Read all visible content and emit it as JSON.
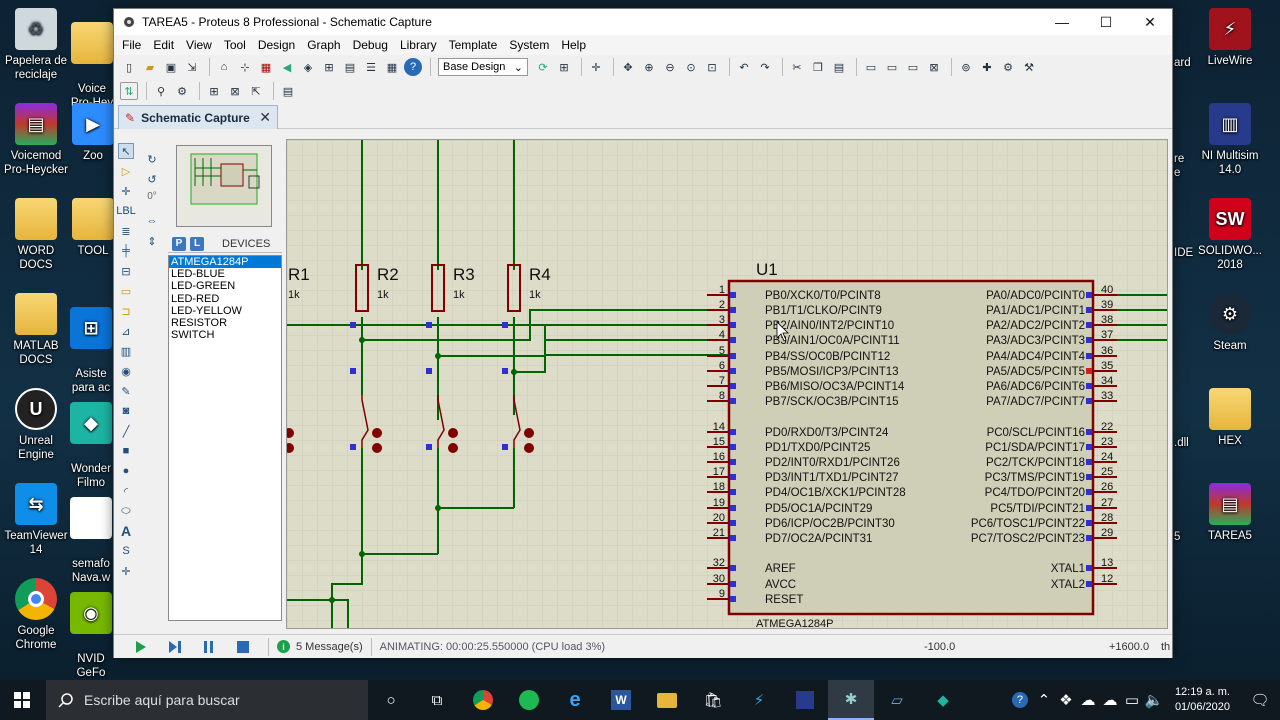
{
  "desktop": {
    "left_icons": [
      {
        "label": "Papelera de reciclaje",
        "icon": "recycle-bin-icon"
      },
      {
        "label": "Voicemod Pro-Heycker",
        "icon": "winrar-icon"
      },
      {
        "label": "WORD DOCS",
        "icon": "folder-icon"
      },
      {
        "label": "MATLAB DOCS",
        "icon": "folder-icon"
      },
      {
        "label": "Unreal Engine",
        "icon": "unreal-icon"
      },
      {
        "label": "TeamViewer 14",
        "icon": "teamviewer-icon"
      },
      {
        "label": "Google Chrome",
        "icon": "chrome-icon"
      }
    ],
    "second_col_icons": [
      {
        "label": "Voice\nPro-Hey"
      },
      {
        "label": "Zoo"
      },
      {
        "label": "TOOL"
      },
      {
        "label": "Asiste\npara ac"
      },
      {
        "label": "Wonder\nFilmo"
      },
      {
        "label": "semafo\nNava.w"
      },
      {
        "label": "NVID\nGeFo"
      }
    ],
    "right_icons": [
      {
        "label": "LiveWire"
      },
      {
        "label": "NI Multisim 14.0"
      },
      {
        "label": "SOLIDWO... 2018"
      },
      {
        "label": "Steam"
      },
      {
        "label": "HEX"
      },
      {
        "label": "TAREA5"
      }
    ],
    "right_partial": [
      "ard",
      "re\ne",
      "IDE",
      ".dll",
      "5"
    ]
  },
  "window": {
    "title": "TAREA5 - Proteus 8 Professional - Schematic Capture",
    "menu": [
      "File",
      "Edit",
      "View",
      "Tool",
      "Design",
      "Graph",
      "Debug",
      "Library",
      "Template",
      "System",
      "Help"
    ],
    "design_select": "Base Design",
    "tab_label": "Schematic Capture",
    "rotation": "0°",
    "devices_header": "DEVICES",
    "devices": [
      "ATMEGA1284P",
      "LED-BLUE",
      "LED-GREEN",
      "LED-RED",
      "LED-YELLOW",
      "RESISTOR",
      "SWITCH"
    ],
    "selected_device": "ATMEGA1284P",
    "status": {
      "messages": "5 Message(s)",
      "animating": "ANIMATING: 00:00:25.550000 (CPU load 3%)",
      "coord_x": "-100.0",
      "coord_y": "+1600.0",
      "units": "th"
    }
  },
  "schematic": {
    "chip": {
      "ref": "U1",
      "part": "ATMEGA1284P",
      "left_pins": [
        {
          "num": "1",
          "name": "PB0/XCK0/T0/PCINT8"
        },
        {
          "num": "2",
          "name": "PB1/T1/CLKO/PCINT9"
        },
        {
          "num": "3",
          "name": "PB2/AIN0/INT2/PCINT10"
        },
        {
          "num": "4",
          "name": "PB3/AIN1/OC0A/PCINT11"
        },
        {
          "num": "5",
          "name": "PB4/SS/OC0B/PCINT12"
        },
        {
          "num": "6",
          "name": "PB5/MOSI/ICP3/PCINT13"
        },
        {
          "num": "7",
          "name": "PB6/MISO/OC3A/PCINT14"
        },
        {
          "num": "8",
          "name": "PB7/SCK/OC3B/PCINT15"
        },
        {
          "num": "14",
          "name": "PD0/RXD0/T3/PCINT24"
        },
        {
          "num": "15",
          "name": "PD1/TXD0/PCINT25"
        },
        {
          "num": "16",
          "name": "PD2/INT0/RXD1/PCINT26"
        },
        {
          "num": "17",
          "name": "PD3/INT1/TXD1/PCINT27"
        },
        {
          "num": "18",
          "name": "PD4/OC1B/XCK1/PCINT28"
        },
        {
          "num": "19",
          "name": "PD5/OC1A/PCINT29"
        },
        {
          "num": "20",
          "name": "PD6/ICP/OC2B/PCINT30"
        },
        {
          "num": "21",
          "name": "PD7/OC2A/PCINT31"
        },
        {
          "num": "32",
          "name": "AREF"
        },
        {
          "num": "30",
          "name": "AVCC"
        },
        {
          "num": "9",
          "name": "RESET"
        }
      ],
      "right_pins": [
        {
          "num": "40",
          "name": "PA0/ADC0/PCINT0"
        },
        {
          "num": "39",
          "name": "PA1/ADC1/PCINT1"
        },
        {
          "num": "38",
          "name": "PA2/ADC2/PCINT2"
        },
        {
          "num": "37",
          "name": "PA3/ADC3/PCINT3"
        },
        {
          "num": "36",
          "name": "PA4/ADC4/PCINT4"
        },
        {
          "num": "35",
          "name": "PA5/ADC5/PCINT5"
        },
        {
          "num": "34",
          "name": "PA6/ADC6/PCINT6"
        },
        {
          "num": "33",
          "name": "PA7/ADC7/PCINT7"
        },
        {
          "num": "22",
          "name": "PC0/SCL/PCINT16"
        },
        {
          "num": "23",
          "name": "PC1/SDA/PCINT17"
        },
        {
          "num": "24",
          "name": "PC2/TCK/PCINT18"
        },
        {
          "num": "25",
          "name": "PC3/TMS/PCINT19"
        },
        {
          "num": "26",
          "name": "PC4/TDO/PCINT20"
        },
        {
          "num": "27",
          "name": "PC5/TDI/PCINT21"
        },
        {
          "num": "28",
          "name": "PC6/TOSC1/PCINT22"
        },
        {
          "num": "29",
          "name": "PC7/TOSC2/PCINT23"
        },
        {
          "num": "13",
          "name": "XTAL1"
        },
        {
          "num": "12",
          "name": "XTAL2"
        }
      ]
    },
    "resistors": [
      {
        "ref": "R1",
        "value": "1k"
      },
      {
        "ref": "R2",
        "value": "1k"
      },
      {
        "ref": "R3",
        "value": "1k"
      },
      {
        "ref": "R4",
        "value": "1k"
      }
    ]
  },
  "taskbar": {
    "search_placeholder": "Escribe aquí para buscar",
    "time": "12:19 a. m.",
    "date": "01/06/2020"
  },
  "colors": {
    "canvas": "#dcdcc8",
    "wire": "#006400",
    "component": "#800000",
    "chip_body": "#cfcfb8",
    "selection": "#0078d7"
  }
}
